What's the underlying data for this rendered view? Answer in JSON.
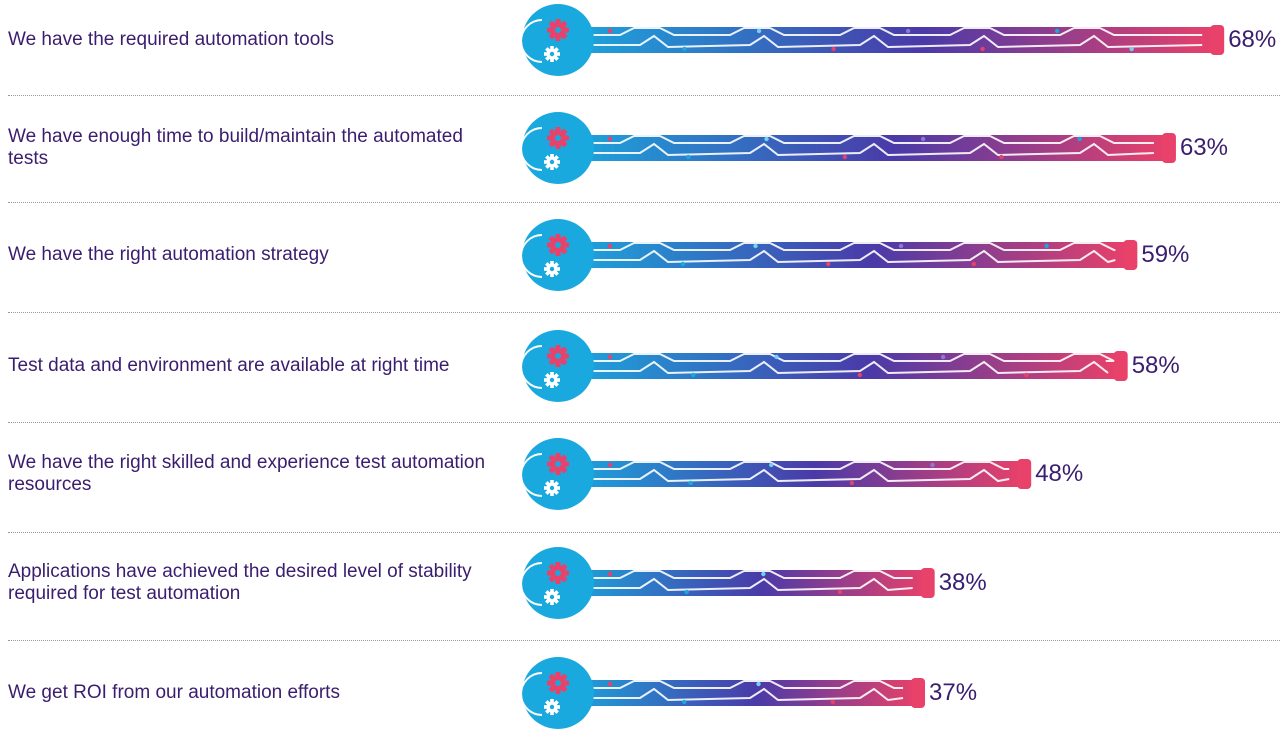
{
  "chart_data": {
    "type": "bar",
    "orientation": "horizontal",
    "categories": [
      "We have the required automation tools",
      "We have enough time to build/maintain the automated tests",
      "We have the right automation strategy",
      "Test data and environment are available at right time",
      "We have the right skilled and experience test automation resources",
      "Applications have achieved the desired level of stability required for test automation",
      "We get ROI from our automation efforts"
    ],
    "values": [
      68,
      63,
      59,
      58,
      48,
      38,
      37
    ],
    "value_labels": [
      "68%",
      "63%",
      "59%",
      "58%",
      "48%",
      "38%",
      "37%"
    ],
    "xlim": [
      0,
      100
    ],
    "grid": false,
    "legend": "none",
    "colors": {
      "gradient_start": "#1aa9de",
      "gradient_mid": "#4a3aa8",
      "gradient_end": "#e8416a",
      "text": "#3a1d6e",
      "separator": "#9a9a9a"
    }
  }
}
